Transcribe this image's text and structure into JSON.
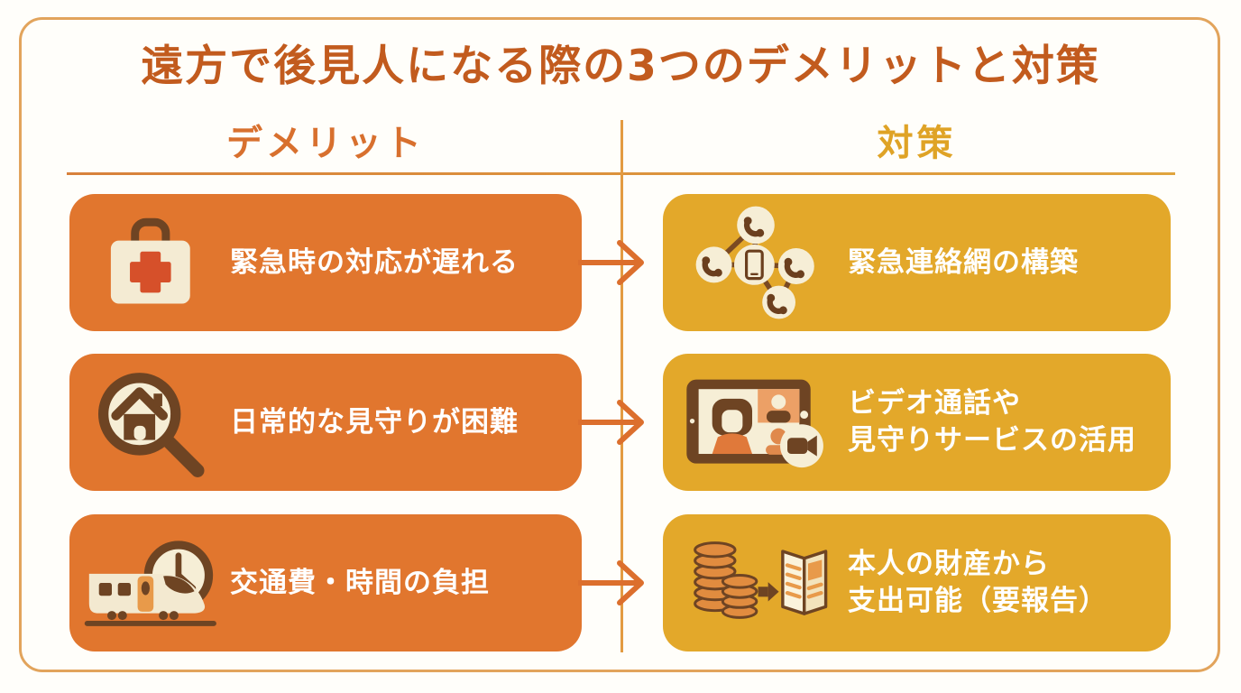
{
  "title": "遠方で後見人になる際の3つのデメリットと対策",
  "columns": {
    "left_header": "デメリット",
    "right_header": "対策"
  },
  "rows": [
    {
      "demerit": {
        "icon": "first-aid-kit-icon",
        "text": "緊急時の対応が遅れる"
      },
      "arrow_icon": "arrow-right-icon",
      "countermeasure": {
        "icon": "phone-network-icon",
        "text_lines": [
          "緊急連絡網の構築"
        ]
      }
    },
    {
      "demerit": {
        "icon": "magnifier-house-icon",
        "text": "日常的な見守りが困難"
      },
      "arrow_icon": "arrow-right-icon",
      "countermeasure": {
        "icon": "tablet-video-call-icon",
        "text_lines": [
          "ビデオ通話や",
          "見守りサービスの活用"
        ]
      }
    },
    {
      "demerit": {
        "icon": "train-clock-icon",
        "text": "交通費・時間の負担"
      },
      "arrow_icon": "arrow-right-icon",
      "countermeasure": {
        "icon": "coins-ledger-icon",
        "text_lines": [
          "本人の財産から",
          "支出可能（要報告）"
        ]
      }
    }
  ],
  "colors": {
    "title_text": "#C25B1E",
    "demerit_header": "#D8702E",
    "countermeasure_header": "#DFA326",
    "demerit_box": "#E1762E",
    "countermeasure_box": "#E3A82A",
    "box_text": "#FFFFFF",
    "arrow": "#DC6F2D",
    "divider": "#E39B42",
    "outer_border": "#E2A45C",
    "icon_dark_brown": "#6E4423",
    "icon_cream": "#F4EBD3",
    "icon_red_cross": "#D6502A",
    "icon_orange_accent": "#E0793A"
  }
}
